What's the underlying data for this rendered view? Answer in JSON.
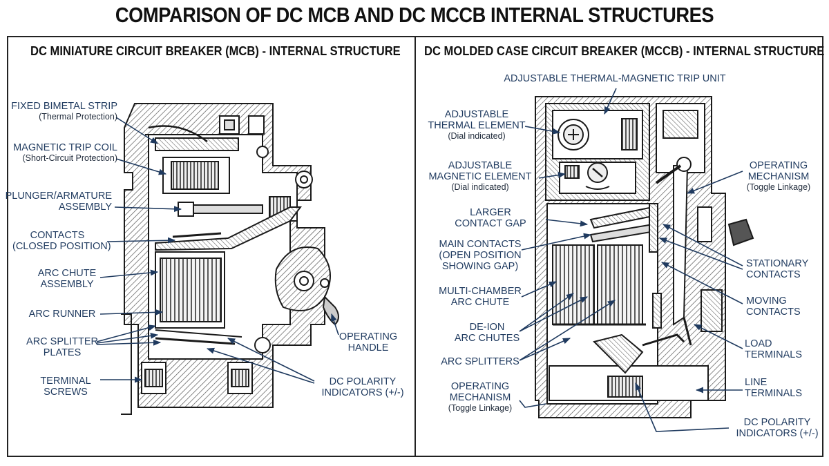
{
  "title": "COMPARISON OF DC MCB AND DC MCCB INTERNAL STRUCTURES",
  "mcb": {
    "title": "DC MINIATURE CIRCUIT BREAKER (MCB) - INTERNAL STRUCTURE",
    "labels": {
      "bimetal": "FIXED BIMETAL STRIP",
      "bimetal_sub": "(Thermal Protection)",
      "coil": "MAGNETIC TRIP COIL",
      "coil_sub": "(Short-Circuit Protection)",
      "plunger_1": "PLUNGER/ARMATURE",
      "plunger_2": "ASSEMBLY",
      "contacts_1": "CONTACTS",
      "contacts_2": "(CLOSED POSITION)",
      "arcchute_1": "ARC CHUTE",
      "arcchute_2": "ASSEMBLY",
      "arcrunner": "ARC RUNNER",
      "splitter_1": "ARC SPLITTER",
      "splitter_2": "PLATES",
      "terminal_1": "TERMINAL",
      "terminal_2": "SCREWS",
      "handle_1": "OPERATING",
      "handle_2": "HANDLE",
      "polarity_1": "DC POLARITY",
      "polarity_2": "INDICATORS (+/-)"
    }
  },
  "mccb": {
    "title": "DC MOLDED CASE CIRCUIT BREAKER (MCCB) - INTERNAL STRUCTURE",
    "labels": {
      "tripunit": "ADJUSTABLE THERMAL-MAGNETIC TRIP UNIT",
      "thermal_1": "ADJUSTABLE",
      "thermal_2": "THERMAL ELEMENT",
      "thermal_sub": "(Dial indicated)",
      "magnetic_1": "ADJUSTABLE",
      "magnetic_2": "MAGNETIC ELEMENT",
      "magnetic_sub": "(Dial indicated)",
      "gap_1": "LARGER",
      "gap_2": "CONTACT GAP",
      "main_1": "MAIN CONTACTS",
      "main_2": "(OPEN POSITION",
      "main_3": "SHOWING GAP)",
      "multi_1": "MULTI-CHAMBER",
      "multi_2": "ARC CHUTE",
      "deion_1": "DE-ION",
      "deion_2": "ARC CHUTES",
      "splitters": "ARC SPLITTERS",
      "opmech_1": "OPERATING",
      "opmech_2": "MECHANISM",
      "opmech_sub": "(Toggle Linkage)",
      "opmech_r1": "OPERATING",
      "opmech_r2": "MECHANISM",
      "opmech_rsub": "(Toggle Linkage)",
      "stationary_1": "STATIONARY",
      "stationary_2": "CONTACTS",
      "moving_1": "MOVING",
      "moving_2": "CONTACTS",
      "load_1": "LOAD",
      "load_2": "TERMINALS",
      "line_1": "LINE",
      "line_2": "TERMINALS",
      "polarity_1": "DC POLARITY",
      "polarity_2": "INDICATORS (+/-)"
    }
  },
  "colors": {
    "label": "#1f3a5f",
    "ink": "#1a1a1a",
    "hatch": "#555555"
  }
}
